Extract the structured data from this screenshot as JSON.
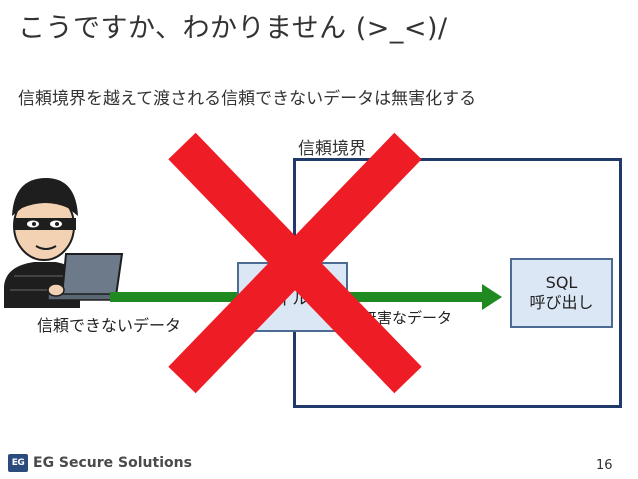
{
  "slide": {
    "title": "こうですか、わかりません (>_<)/",
    "subtitle": "信頼境界を越えて渡される信頼できないデータは無害化する",
    "page_number": "16"
  },
  "diagram": {
    "boundary_label": "信頼境界",
    "filter_label": "フィルタ",
    "sql_line1": "SQL",
    "sql_line2": "呼び出し",
    "untrusted_label": "信頼できないデータ",
    "harmless_label": "無害なデータ"
  },
  "logo": {
    "mark": "EG",
    "text": "EG Secure Solutions"
  },
  "colors": {
    "arrow": "#1f8a1f",
    "cross": "#ee1c25",
    "boundary": "#1f3a6b",
    "box_fill": "#dbe7f5"
  }
}
